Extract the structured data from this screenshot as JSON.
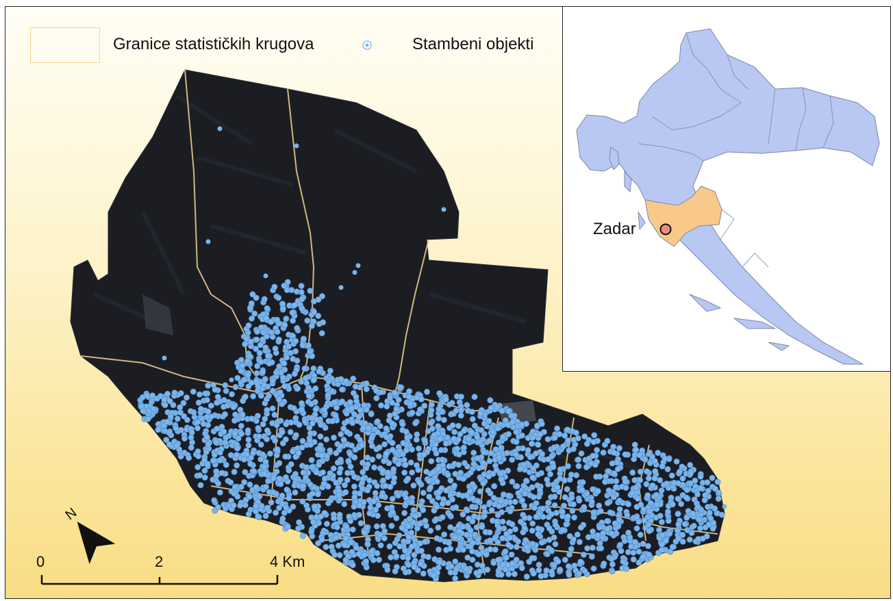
{
  "legend": {
    "boundaries_label": "Granice statističkih krugova",
    "buildings_label": "Stambeni objekti"
  },
  "inset": {
    "city_label": "Zadar"
  },
  "north_arrow": {
    "label": "N"
  },
  "scale_bar": {
    "ticks": [
      "0",
      "2",
      "4 Km"
    ]
  },
  "colors": {
    "imagery": "#1a1c22",
    "buildings": "#7ab4ea",
    "boundaries": "#e8c88a",
    "croatia_fill": "#b8c8f2",
    "zadar_county": "#f9c98a",
    "city_marker": "#f08a8a"
  }
}
